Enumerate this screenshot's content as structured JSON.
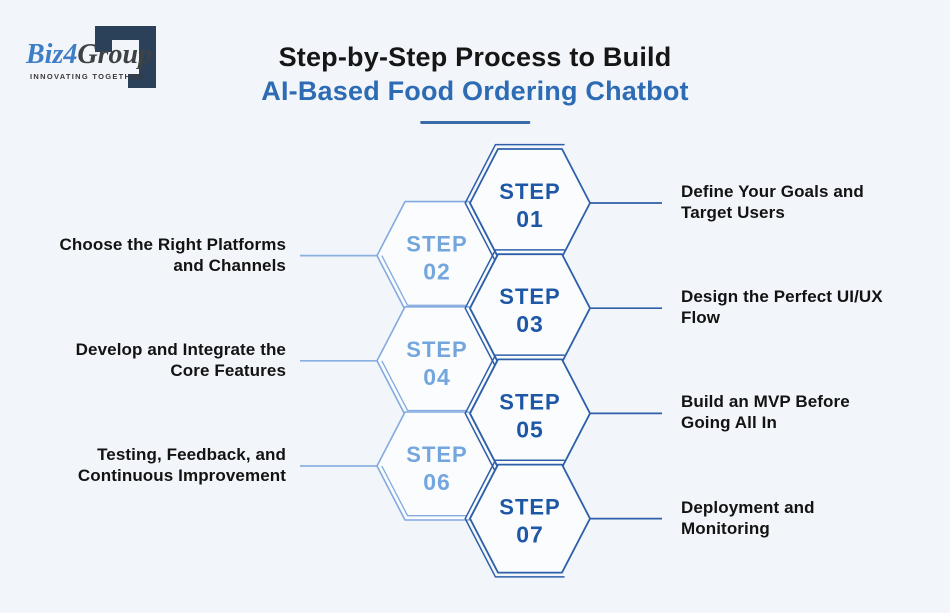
{
  "logo": {
    "brand_primary": "Biz4",
    "brand_secondary": "Group",
    "tagline": "INNOVATING TOGETHER"
  },
  "title": {
    "line1": "Step-by-Step Process to Build",
    "line2": "AI-Based Food Ordering Chatbot"
  },
  "steps": [
    {
      "word": "STEP",
      "number": "01",
      "side": "right",
      "label_lines": [
        "Define Your Goals and",
        "Target Users"
      ]
    },
    {
      "word": "STEP",
      "number": "02",
      "side": "left",
      "label_lines": [
        "Choose the Right Platforms",
        "and Channels"
      ]
    },
    {
      "word": "STEP",
      "number": "03",
      "side": "right",
      "label_lines": [
        "Design the Perfect UI/UX",
        "Flow"
      ]
    },
    {
      "word": "STEP",
      "number": "04",
      "side": "left",
      "label_lines": [
        "Develop and Integrate the",
        "Core Features"
      ]
    },
    {
      "word": "STEP",
      "number": "05",
      "side": "right",
      "label_lines": [
        "Build an MVP Before",
        "Going All In"
      ]
    },
    {
      "word": "STEP",
      "number": "06",
      "side": "left",
      "label_lines": [
        "Testing, Feedback, and",
        "Continuous Improvement"
      ]
    },
    {
      "word": "STEP",
      "number": "07",
      "side": "right",
      "label_lines": [
        "Deployment and",
        "Monitoring"
      ]
    }
  ],
  "colors": {
    "background": "#f2f5f9",
    "hex_fill": "#fafcfe",
    "odd_stroke": "#2e60a9",
    "odd_text": "#1f57a7",
    "even_stroke": "#82aadf",
    "even_text": "#74a6de",
    "odd_connector": "#2e5fa9",
    "even_connector": "#8ab0e2",
    "title_accent": "#2d6cb4",
    "label_text": "#131313",
    "logo_navy": "#2b4159",
    "logo_blue": "#3e7ec6"
  }
}
